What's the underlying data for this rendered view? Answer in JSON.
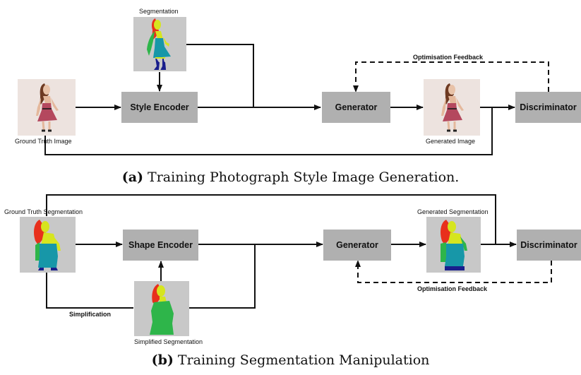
{
  "diagram_a": {
    "images": {
      "segmentation": "Segmentation",
      "ground_truth": "Ground Truth Image",
      "generated": "Generated Image"
    },
    "boxes": {
      "style_encoder": "Style Encoder",
      "generator": "Generator",
      "discriminator": "Discriminator"
    },
    "feedback": "Optimisation Feedback",
    "caption_tag": "(a)",
    "caption_text": "Training Photograph Style Image Generation."
  },
  "diagram_b": {
    "images": {
      "ground_truth_segmentation": "Ground Truth Segmentation",
      "simplified_segmentation": "Simplified Segmentation",
      "generated_segmentation": "Generated Segmentation"
    },
    "boxes": {
      "shape_encoder": "Shape Encoder",
      "generator": "Generator",
      "discriminator": "Discriminator"
    },
    "simplification": "Simplification",
    "feedback": "Optimisation Feedback",
    "caption_tag": "(b)",
    "caption_text": "Training Segmentation Manipulation"
  },
  "colors": {
    "box_fill": "#b0b0b0",
    "image_bg_gray": "#c8c8c8",
    "photo_bg": "#ede3df",
    "seg_hair": "#e8301c",
    "seg_skin": "#d6e51f",
    "seg_dress": "#1797a8",
    "seg_arm": "#2eb54a",
    "seg_shoe": "#1a1f8c"
  }
}
